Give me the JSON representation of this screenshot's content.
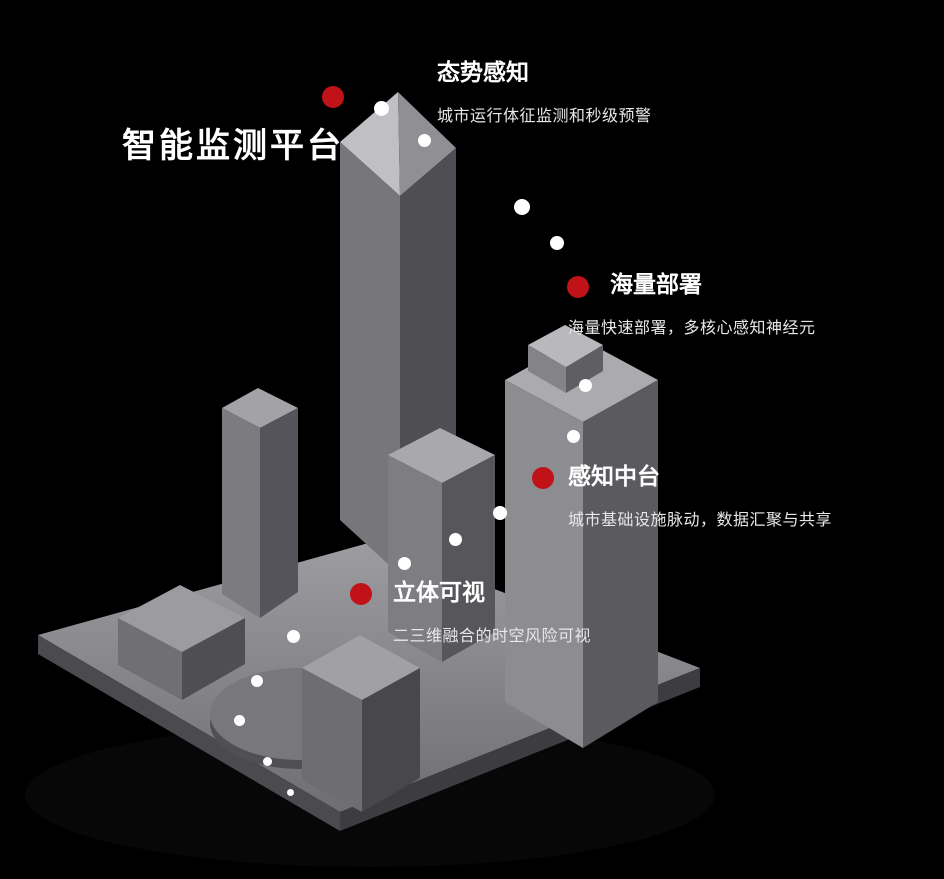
{
  "header": {
    "title": "智能监测平台"
  },
  "callouts": [
    {
      "id": "situational-awareness",
      "title": "态势感知",
      "subtitle": "城市运行体征监测和秒级预警"
    },
    {
      "id": "mass-deployment",
      "title": "海量部署",
      "subtitle": "海量快速部署，多核心感知神经元"
    },
    {
      "id": "perception-middle-platform",
      "title": "感知中台",
      "subtitle": "城市基础设施脉动，数据汇聚与共享"
    },
    {
      "id": "stereoscopic-visualization",
      "title": "立体可视",
      "subtitle": "二三维融合的时空风险可视"
    }
  ],
  "colors": {
    "background": "#000000",
    "accent_red": "#c01218",
    "trail_dot_white": "#ffffff",
    "building_gray": "#8a8a8f"
  },
  "icons": [
    {
      "name": "red-marker-dot",
      "shape": "filled-circle"
    },
    {
      "name": "trail-dot",
      "shape": "filled-circle"
    }
  ]
}
